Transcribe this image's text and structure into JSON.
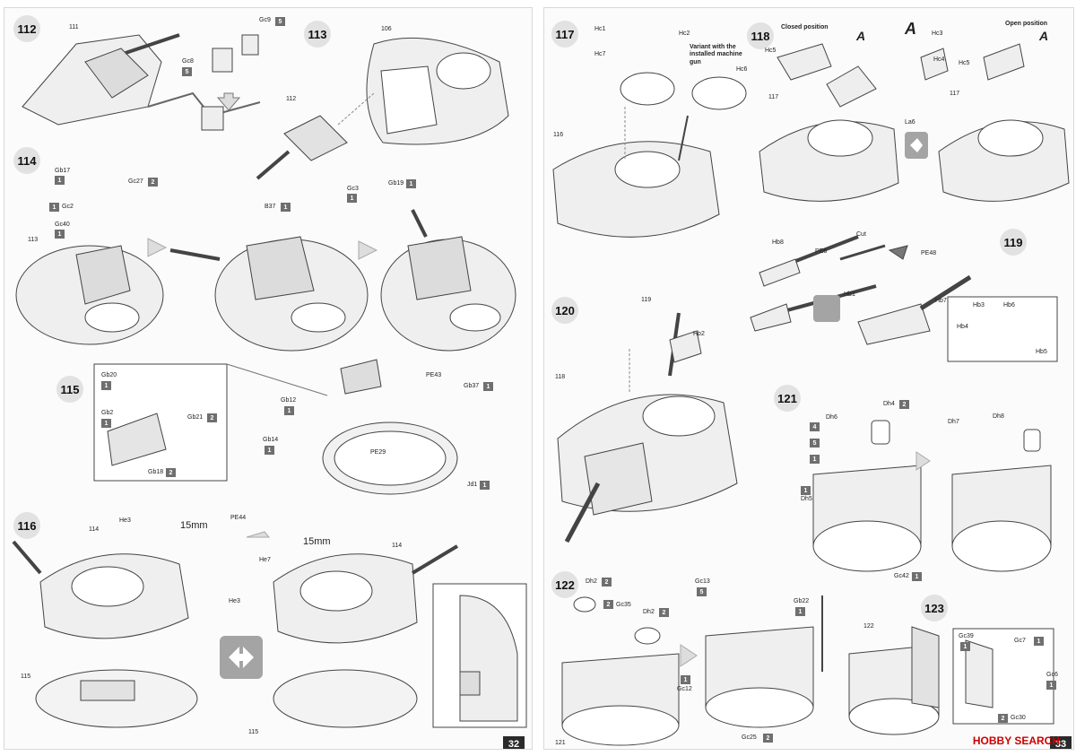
{
  "left_page": {
    "page_number": "32",
    "steps": [
      {
        "number": "112",
        "parts": [
          {
            "label": "111"
          },
          {
            "label": "Gc9",
            "qty": "5"
          },
          {
            "label": "Gc8",
            "qty": "5"
          }
        ]
      },
      {
        "number": "113",
        "parts": [
          {
            "label": "106"
          },
          {
            "label": "112"
          }
        ]
      },
      {
        "number": "114",
        "parts": [
          {
            "label": "Gb17",
            "qty": "1"
          },
          {
            "label": "Gc27",
            "qty": "2"
          },
          {
            "label": "Gc2",
            "qty": "1"
          },
          {
            "label": "Gc40",
            "qty": "1"
          },
          {
            "label": "113"
          },
          {
            "label": "B37",
            "qty": "1"
          },
          {
            "label": "Gc3",
            "qty": "1"
          },
          {
            "label": "Gb19",
            "qty": "1"
          }
        ]
      },
      {
        "number": "115",
        "parts": [
          {
            "label": "Gb20",
            "qty": "1"
          },
          {
            "label": "Gb2",
            "qty": "1"
          },
          {
            "label": "Gb21",
            "qty": "2"
          },
          {
            "label": "Gb18",
            "qty": "2"
          },
          {
            "label": "PE43"
          },
          {
            "label": "Gb37",
            "qty": "1"
          },
          {
            "label": "Gb12",
            "qty": "1"
          },
          {
            "label": "Gb14",
            "qty": "1"
          },
          {
            "label": "PE29"
          },
          {
            "label": "Jd1",
            "qty": "1"
          }
        ]
      },
      {
        "number": "116",
        "parts": [
          {
            "label": "114"
          },
          {
            "label": "He3"
          },
          {
            "label": "PE44"
          },
          {
            "label": "He7"
          },
          {
            "label": "He3"
          },
          {
            "label": "115"
          },
          {
            "label": "114"
          },
          {
            "label": "115"
          }
        ],
        "measure": "15mm"
      }
    ]
  },
  "right_page": {
    "page_number": "33",
    "steps": [
      {
        "number": "117",
        "parts": [
          {
            "label": "Hc1"
          },
          {
            "label": "Hc2"
          },
          {
            "label": "Hc7"
          },
          {
            "label": "Hc6"
          },
          {
            "label": "116"
          }
        ],
        "note": "Variant with the installed machine gun"
      },
      {
        "number": "118",
        "parts": [
          {
            "label": "Hc5"
          },
          {
            "label": "117"
          },
          {
            "label": "Hc3"
          },
          {
            "label": "Hc4"
          },
          {
            "label": "La6"
          },
          {
            "label": "Hc5"
          },
          {
            "label": "117"
          }
        ],
        "positions": [
          "Closed position",
          "Open position"
        ],
        "view": "A"
      },
      {
        "number": "119",
        "parts": [
          {
            "label": "Hb8"
          },
          {
            "label": "PE6"
          },
          {
            "label": "PE48"
          },
          {
            "label": "Hb1"
          },
          {
            "label": "Hb7"
          },
          {
            "label": "Hb3"
          },
          {
            "label": "Hb6"
          },
          {
            "label": "Hb4"
          },
          {
            "label": "Hb5"
          }
        ],
        "note": "Cut"
      },
      {
        "number": "120",
        "parts": [
          {
            "label": "119"
          },
          {
            "label": "Hb2"
          },
          {
            "label": "118"
          }
        ]
      },
      {
        "number": "121",
        "parts": [
          {
            "label": "Dh6",
            "qty": "4"
          },
          {
            "label": "Dh4",
            "qty": "2"
          },
          {
            "label": "Dh7",
            "qty": "5"
          },
          {
            "label": "Dh8",
            "qty": "1"
          },
          {
            "label": "Dh5",
            "qty": "1"
          },
          {
            "label": "Gc42",
            "qty": "1"
          }
        ]
      },
      {
        "number": "122",
        "parts": [
          {
            "label": "Dh2",
            "qty": "2"
          },
          {
            "label": "Gc35",
            "qty": "2"
          },
          {
            "label": "Gc13",
            "qty": "5"
          },
          {
            "label": "Gb22",
            "qty": "1"
          },
          {
            "label": "Gc12",
            "qty": "1"
          },
          {
            "label": "Gc25",
            "qty": "2"
          },
          {
            "label": "121"
          }
        ]
      },
      {
        "number": "123",
        "parts": [
          {
            "label": "122"
          },
          {
            "label": "Gc39",
            "qty": "1"
          },
          {
            "label": "Gc7",
            "qty": "1"
          },
          {
            "label": "Gc6",
            "qty": "1"
          },
          {
            "label": "Gc30",
            "qty": "2"
          }
        ]
      }
    ]
  },
  "watermark": {
    "brand": "HOBBY SEARCH"
  }
}
